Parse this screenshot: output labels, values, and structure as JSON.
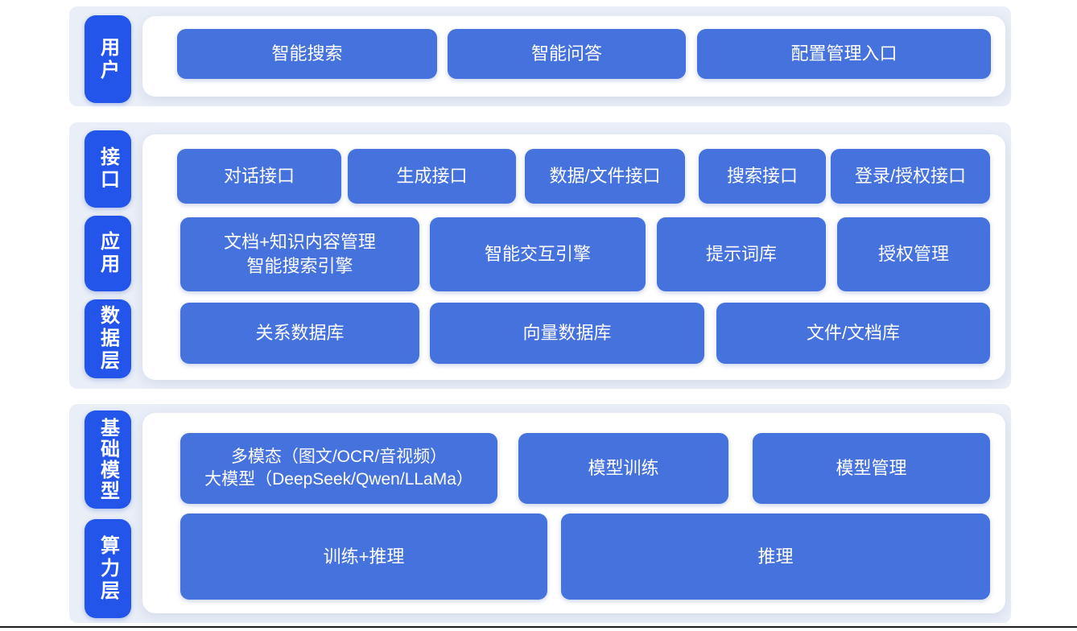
{
  "colors": {
    "page_bg": "#ffffff",
    "band_bg": "#e9eef7",
    "pill_bg": "#2455eb",
    "block_bg": "#4672de",
    "block_text": "#ffffff",
    "bottom_rule": "#1d1d1f"
  },
  "sections": [
    {
      "name": "user-layer",
      "pills": [
        {
          "label": "用户"
        }
      ],
      "rows": [
        {
          "blocks": [
            {
              "lines": [
                "智能搜索"
              ]
            },
            {
              "lines": [
                "智能问答"
              ]
            },
            {
              "lines": [
                "配置管理入口"
              ]
            }
          ]
        }
      ]
    },
    {
      "name": "interface-application-data-layer",
      "pills": [
        {
          "label": "接口"
        },
        {
          "label": "应用"
        },
        {
          "label": "数据层"
        }
      ],
      "rows": [
        {
          "blocks": [
            {
              "lines": [
                "对话接口"
              ]
            },
            {
              "lines": [
                "生成接口"
              ]
            },
            {
              "lines": [
                "数据/文件接口"
              ]
            },
            {
              "lines": [
                "搜索接口"
              ]
            },
            {
              "lines": [
                "登录/授权接口"
              ]
            }
          ]
        },
        {
          "blocks": [
            {
              "lines": [
                "文档+知识内容管理",
                "智能搜索引擎"
              ]
            },
            {
              "lines": [
                "智能交互引擎"
              ]
            },
            {
              "lines": [
                "提示词库"
              ]
            },
            {
              "lines": [
                "授权管理"
              ]
            }
          ]
        },
        {
          "blocks": [
            {
              "lines": [
                "关系数据库"
              ]
            },
            {
              "lines": [
                "向量数据库"
              ]
            },
            {
              "lines": [
                "文件/文档库"
              ]
            }
          ]
        }
      ]
    },
    {
      "name": "foundation-compute-layer",
      "pills": [
        {
          "label": "基础模型"
        },
        {
          "label": "算力层"
        }
      ],
      "rows": [
        {
          "blocks": [
            {
              "lines": [
                "多模态（图文/OCR/音视频）",
                "大模型（DeepSeek/Qwen/LLaMa）"
              ]
            },
            {
              "lines": [
                "模型训练"
              ]
            },
            {
              "lines": [
                "模型管理"
              ]
            }
          ]
        },
        {
          "blocks": [
            {
              "lines": [
                "训练+推理"
              ]
            },
            {
              "lines": [
                "推理"
              ]
            }
          ]
        }
      ]
    }
  ]
}
